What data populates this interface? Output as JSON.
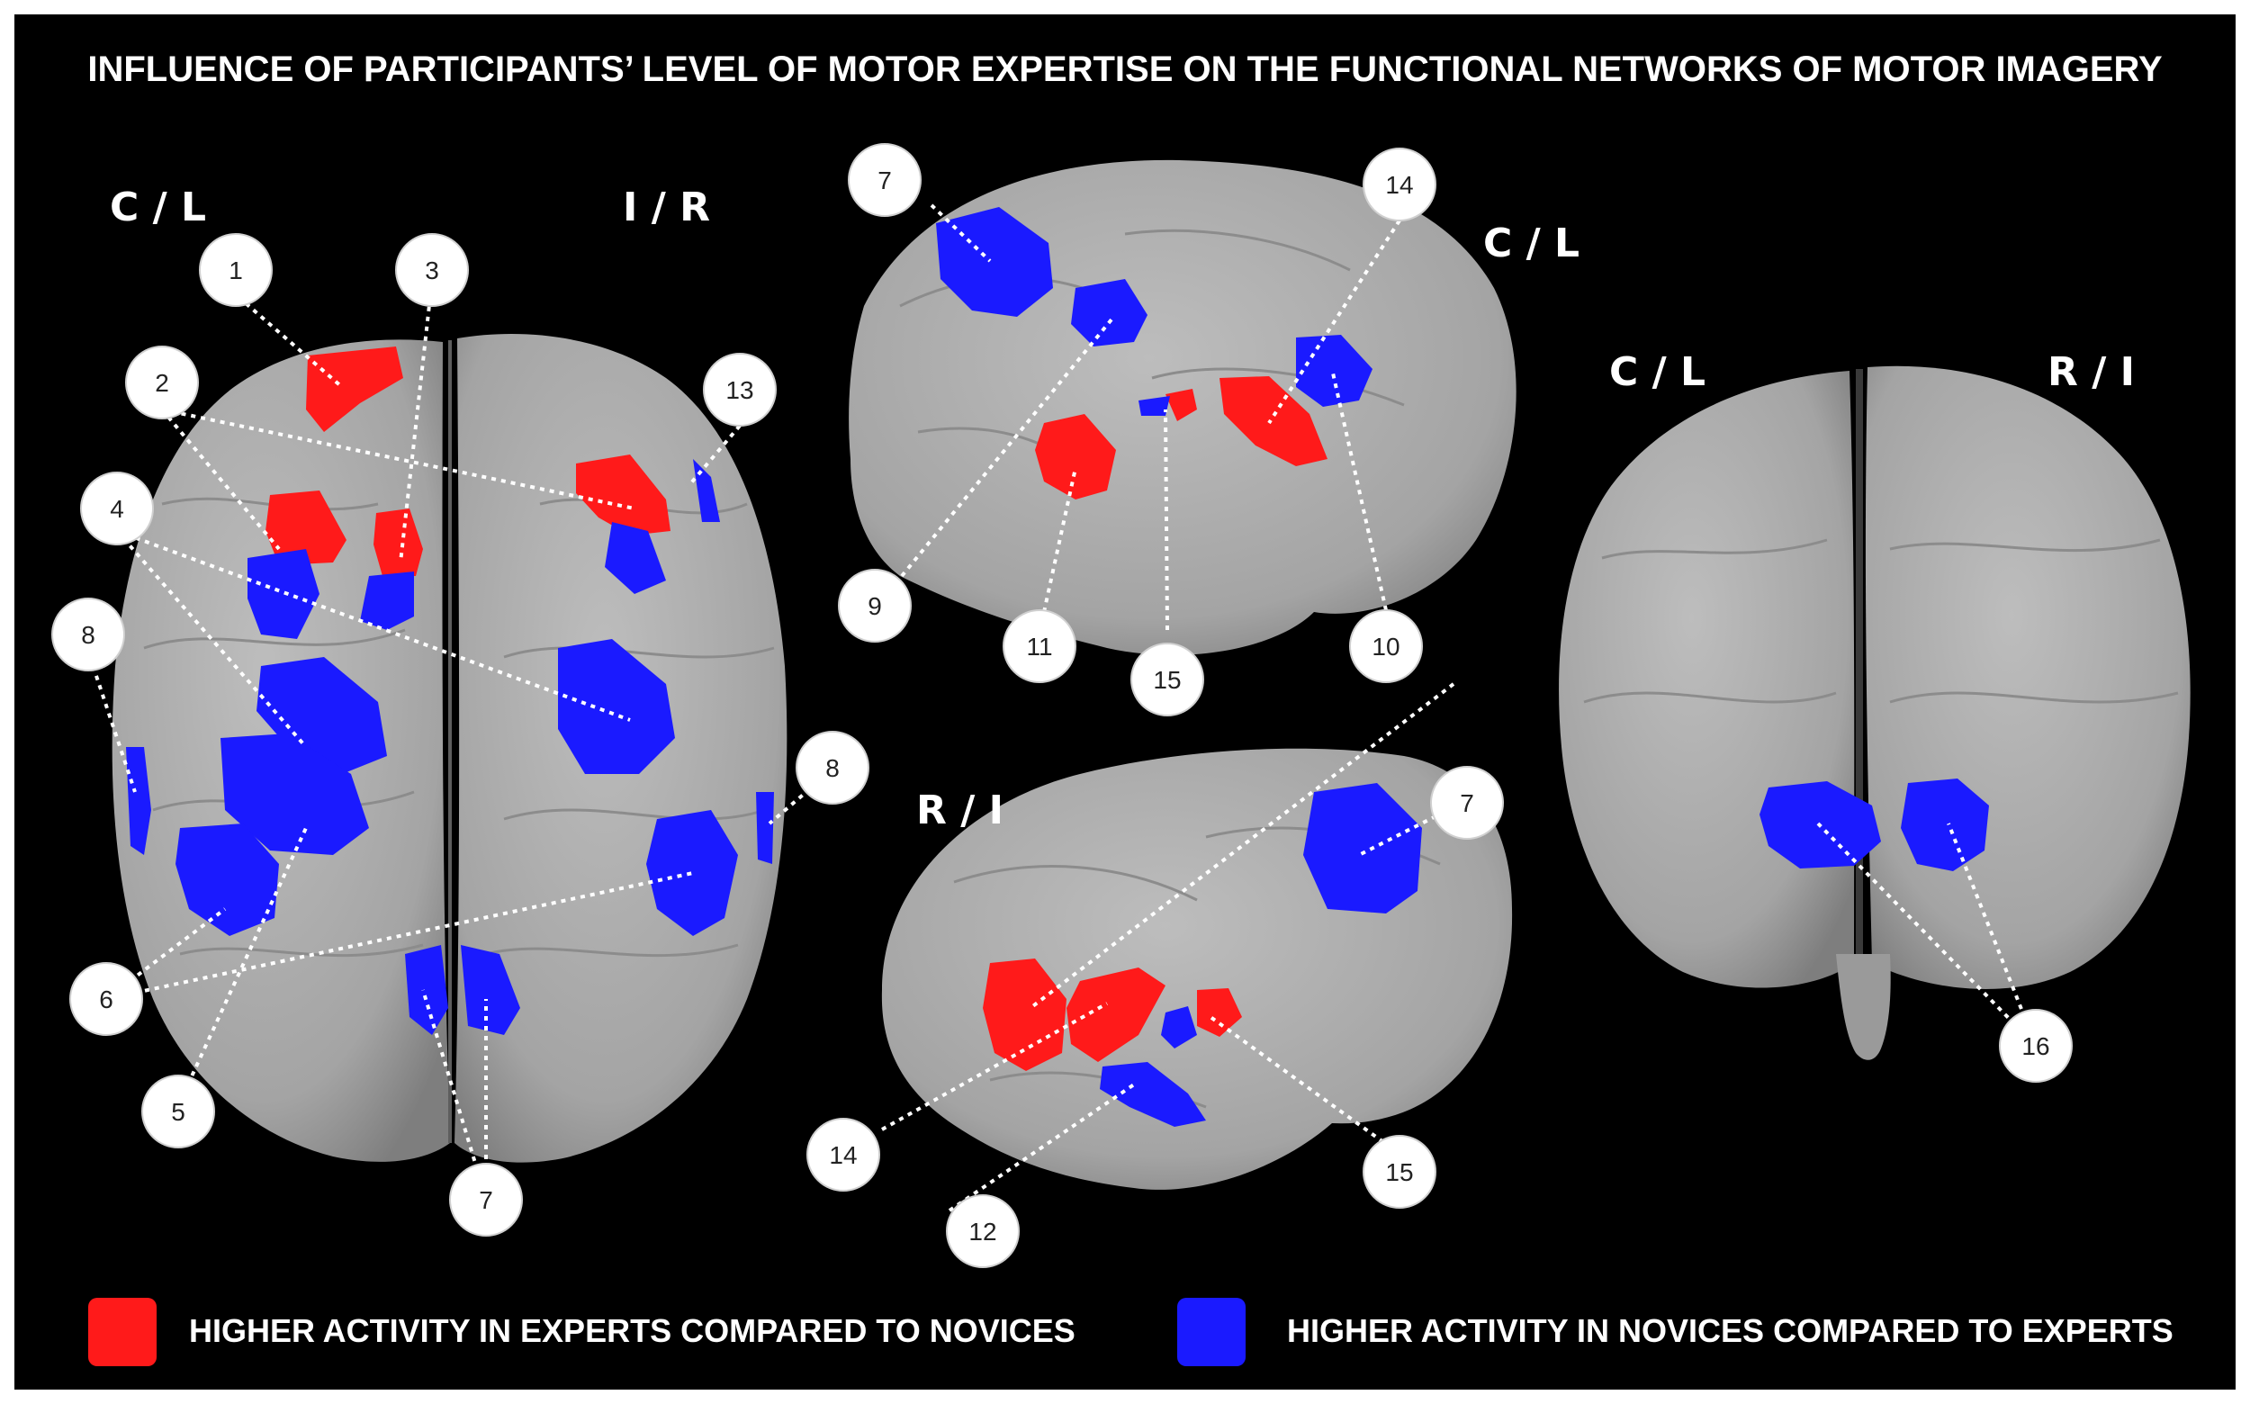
{
  "title": "INFLUENCE OF PARTICIPANTS’ LEVEL OF MOTOR EXPERTISE ON THE FUNCTIONAL NETWORKS OF MOTOR IMAGERY",
  "colors": {
    "experts": "#ff1a1a",
    "novices": "#1a1aff",
    "brain": "#a9a9a9",
    "background": "#000000"
  },
  "views": {
    "dorsal": {
      "left": "C / L",
      "right": "I / R"
    },
    "medial_top": {
      "label": "C / L"
    },
    "lateral_bottom": {
      "label": "R / I"
    },
    "posterior": {
      "left": "C / L",
      "right": "R / I"
    }
  },
  "legend": {
    "experts": "HIGHER ACTIVITY IN EXPERTS COMPARED TO NOVICES",
    "novices": "HIGHER ACTIVITY IN NOVICES COMPARED TO EXPERTS"
  },
  "markers": {
    "dorsal": [
      "1",
      "2",
      "3",
      "13",
      "4",
      "8",
      "6",
      "5",
      "7",
      "8"
    ],
    "medial": [
      "7",
      "14",
      "9",
      "11",
      "15",
      "10"
    ],
    "lateral": [
      "7",
      "14",
      "12",
      "15"
    ],
    "posterior": [
      "16"
    ]
  }
}
